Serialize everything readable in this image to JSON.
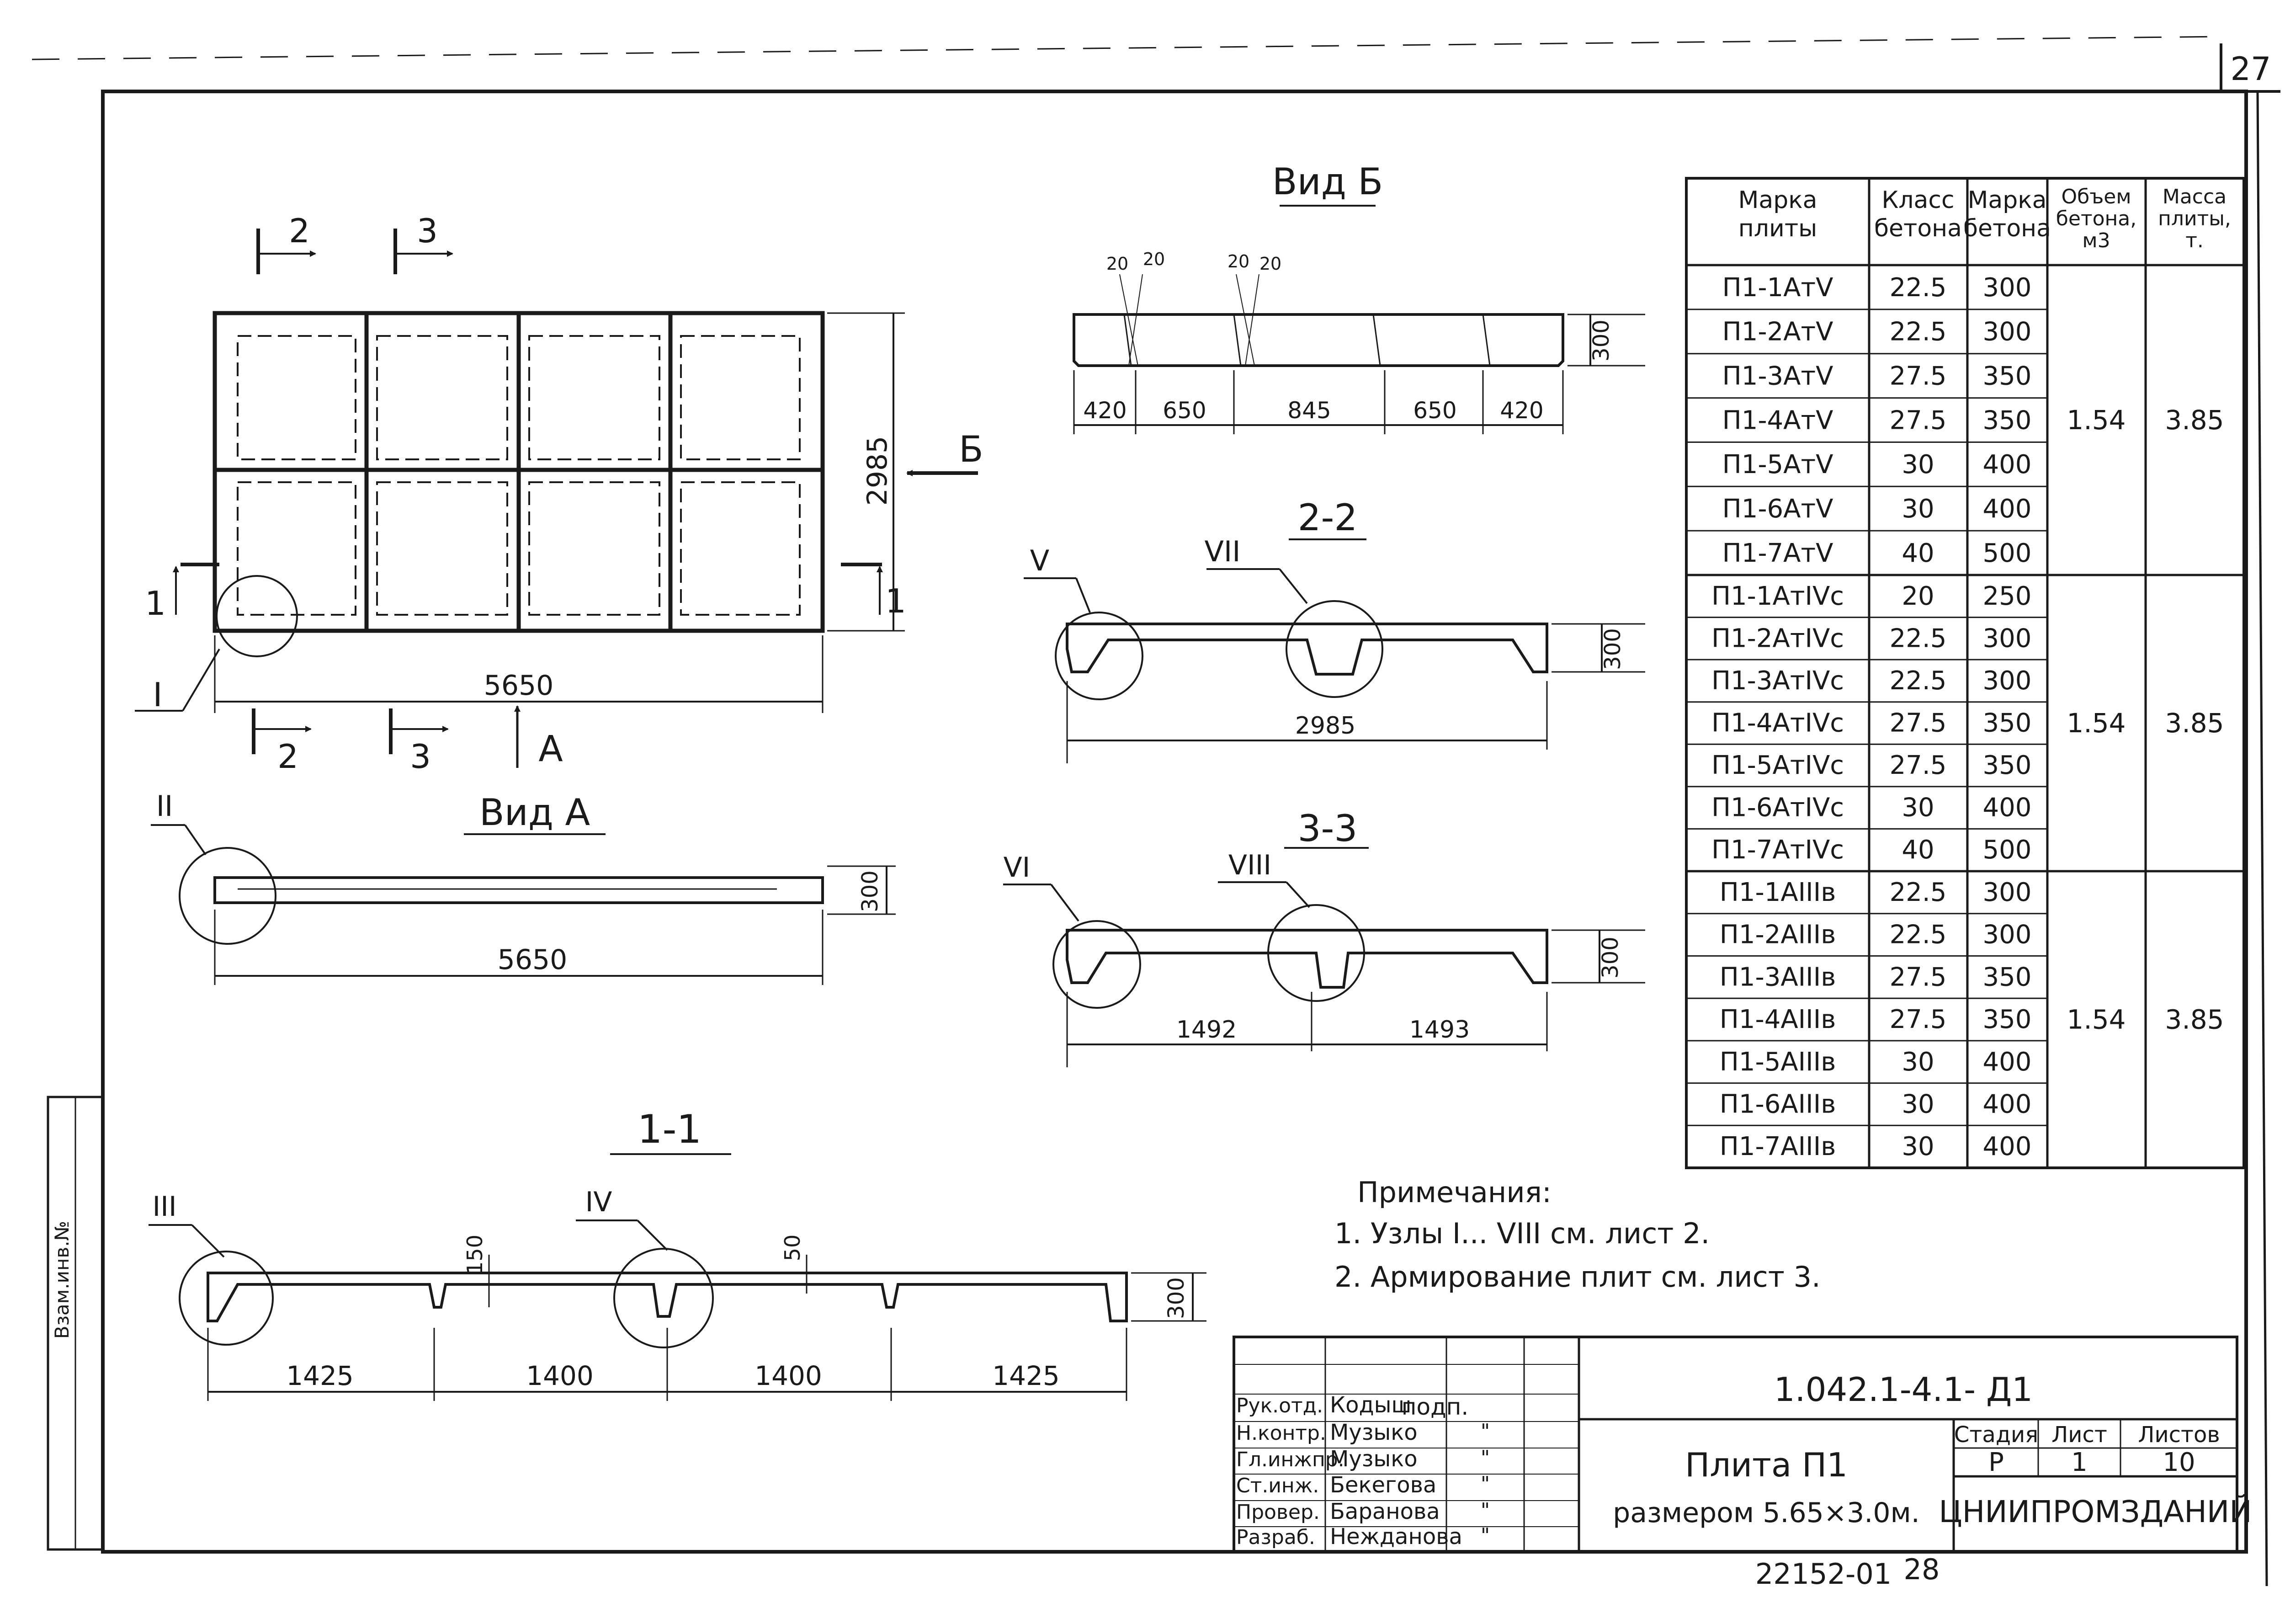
{
  "page_number": "27",
  "drawing_code": "1.042.1-4.1- Д1",
  "bottom_code": "22152-01",
  "bottom_page": "28",
  "plan": {
    "section_marks": [
      "2",
      "3",
      "2",
      "3"
    ],
    "arrow_b": "Б",
    "arrow_a": "A",
    "section_1_left": "1",
    "section_1_right": "1",
    "node_label": "I",
    "dim_length": "5650",
    "dim_width": "2985"
  },
  "view_b": {
    "title": "Вид Б",
    "dims": [
      "420",
      "650",
      "845",
      "650",
      "420"
    ],
    "small_dims": [
      "20",
      "20",
      "20",
      "20"
    ],
    "height": "300"
  },
  "view_a": {
    "title": "Вид A",
    "node_label": "II",
    "dim": "5650",
    "height": "300"
  },
  "section_2": {
    "title": "2-2",
    "node_left": "V",
    "node_mid": "VII",
    "dim": "2985",
    "height": "300"
  },
  "section_3": {
    "title": "3-3",
    "node_left": "VI",
    "node_mid": "VIII",
    "dim_left": "1492",
    "dim_right": "1493",
    "height": "300"
  },
  "section_1": {
    "title": "1-1",
    "node_left": "III",
    "node_mid": "IV",
    "rib_1": "150",
    "rib_2": "50",
    "height": "300",
    "dims": [
      "1425",
      "1400",
      "1400",
      "1425"
    ]
  },
  "table": {
    "headers": [
      [
        "Марка",
        "плиты"
      ],
      [
        "Класс",
        "бетона"
      ],
      [
        "Марка",
        "бетона"
      ],
      [
        "Объем",
        "бетона,",
        "м3"
      ],
      [
        "Масса",
        "плиты,",
        "т."
      ]
    ],
    "groups": [
      {
        "volume": "1.54",
        "mass": "3.85",
        "rows": [
          [
            "П1-1АтV",
            "22.5",
            "300"
          ],
          [
            "П1-2АтV",
            "22.5",
            "300"
          ],
          [
            "П1-3АтV",
            "27.5",
            "350"
          ],
          [
            "П1-4АтV",
            "27.5",
            "350"
          ],
          [
            "П1-5АтV",
            "30",
            "400"
          ],
          [
            "П1-6АтV",
            "30",
            "400"
          ],
          [
            "П1-7АтV",
            "40",
            "500"
          ]
        ]
      },
      {
        "volume": "1.54",
        "mass": "3.85",
        "rows": [
          [
            "П1-1АтIVс",
            "20",
            "250"
          ],
          [
            "П1-2АтIVс",
            "22.5",
            "300"
          ],
          [
            "П1-3АтIVс",
            "22.5",
            "300"
          ],
          [
            "П1-4АтIVс",
            "27.5",
            "350"
          ],
          [
            "П1-5АтIVс",
            "27.5",
            "350"
          ],
          [
            "П1-6АтIVс",
            "30",
            "400"
          ],
          [
            "П1-7АтIVс",
            "40",
            "500"
          ]
        ]
      },
      {
        "volume": "1.54",
        "mass": "3.85",
        "rows": [
          [
            "П1-1АIIIв",
            "22.5",
            "300"
          ],
          [
            "П1-2АIIIв",
            "22.5",
            "300"
          ],
          [
            "П1-3АIIIв",
            "27.5",
            "350"
          ],
          [
            "П1-4АIIIв",
            "27.5",
            "350"
          ],
          [
            "П1-5АIIIв",
            "30",
            "400"
          ],
          [
            "П1-6АIIIв",
            "30",
            "400"
          ],
          [
            "П1-7АIIIв",
            "30",
            "400"
          ]
        ]
      }
    ]
  },
  "notes": {
    "title": "Примечания:",
    "items": [
      "1. Узлы I... VIII  см. лист 2.",
      "2. Армирование  плит см.  лист 3."
    ]
  },
  "title_block": {
    "roles": [
      "Рук.отд.",
      "Н.контр.",
      "Гл.инжпр.",
      "Ст.инж.",
      "Провер.",
      "Разраб."
    ],
    "names": [
      "Кодыш",
      "Музыко",
      "Музыко",
      "Бекегова",
      "Баранова",
      "Нежданова"
    ],
    "sign_header": "подп.",
    "sign_marks": [
      "\"",
      "\"",
      "\"",
      "\"",
      "\""
    ],
    "product_name": "Плита П1",
    "product_size": "размером 5.65×3.0м.",
    "stage_label": "Стадия",
    "sheet_label": "Лист",
    "sheets_label": "Листов",
    "stage": "Р",
    "sheet": "1",
    "sheets": "10",
    "organization": "ЦНИИПРОМЗДАНИЙ"
  },
  "side_stamp": "Взам.инв.№"
}
